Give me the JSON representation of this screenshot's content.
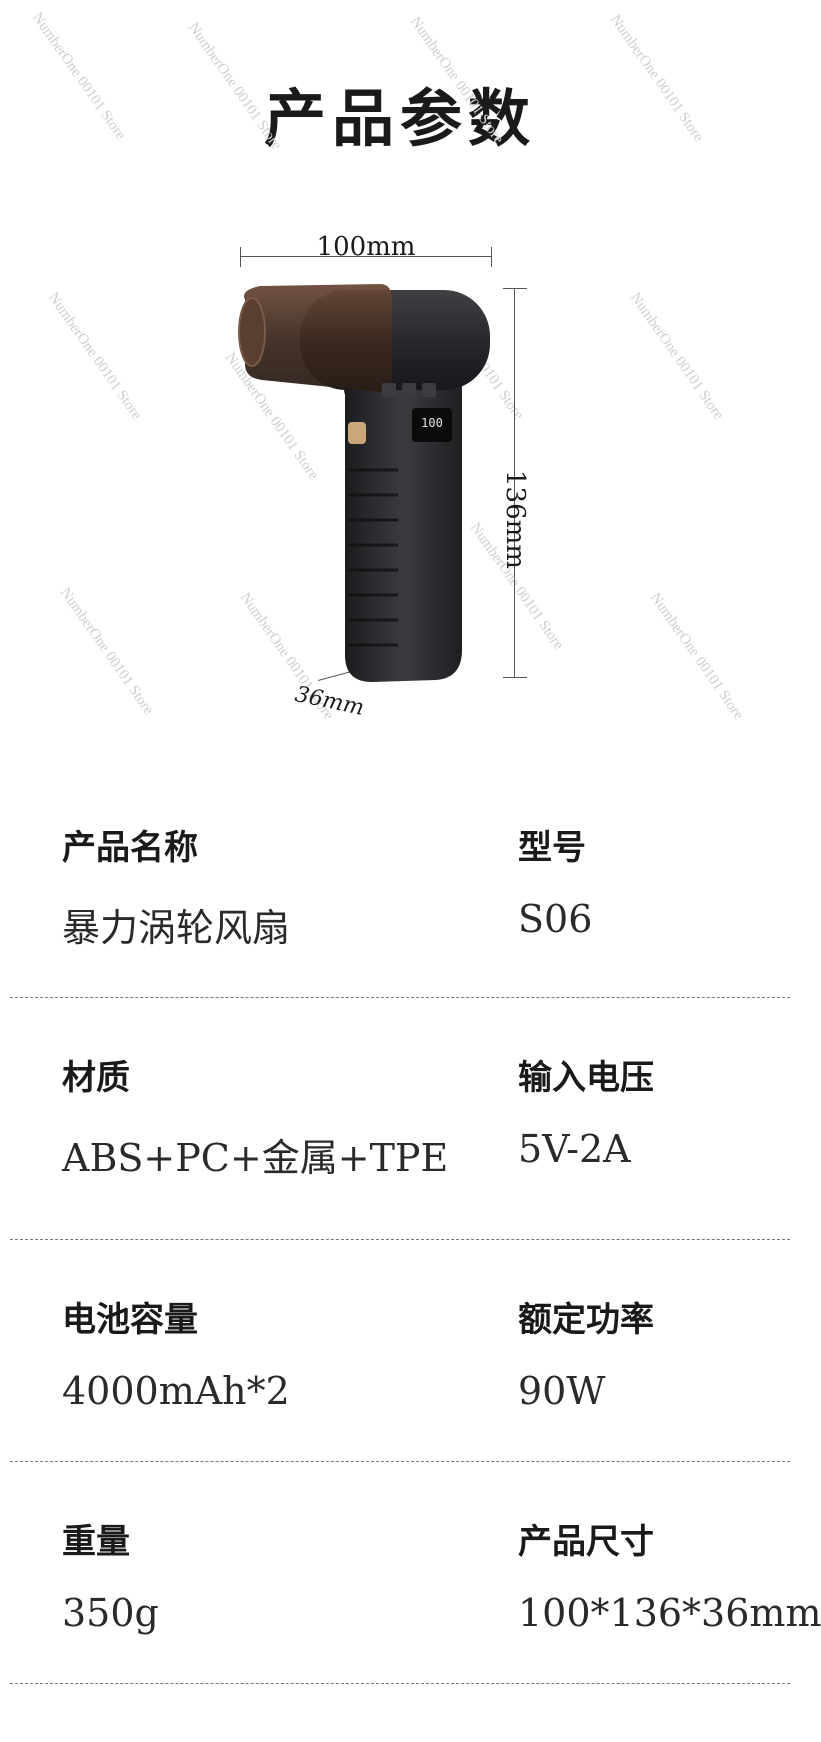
{
  "page": {
    "title": "产品参数",
    "watermark": "NumberOne 00101 Store"
  },
  "figure": {
    "width_label": "100mm",
    "height_label": "136mm",
    "depth_label": "36mm",
    "display_reading": "100",
    "colors": {
      "body": "#26282b",
      "cup": "#4a3328",
      "screen": "#0b0b0b"
    }
  },
  "specs": [
    {
      "left": {
        "label": "产品名称",
        "value": "暴力涡轮风扇"
      },
      "right": {
        "label": "型号",
        "value": "S06"
      }
    },
    {
      "left": {
        "label": "材质",
        "value": "ABS+PC+金属+TPE"
      },
      "right": {
        "label": "输入电压",
        "value": "5V-2A"
      }
    },
    {
      "left": {
        "label": "电池容量",
        "value": "4000mAh*2"
      },
      "right": {
        "label": "额定功率",
        "value": "90W"
      }
    },
    {
      "left": {
        "label": "重量",
        "value": "350g"
      },
      "right": {
        "label": "产品尺寸",
        "value": "100*136*36mm"
      }
    }
  ]
}
